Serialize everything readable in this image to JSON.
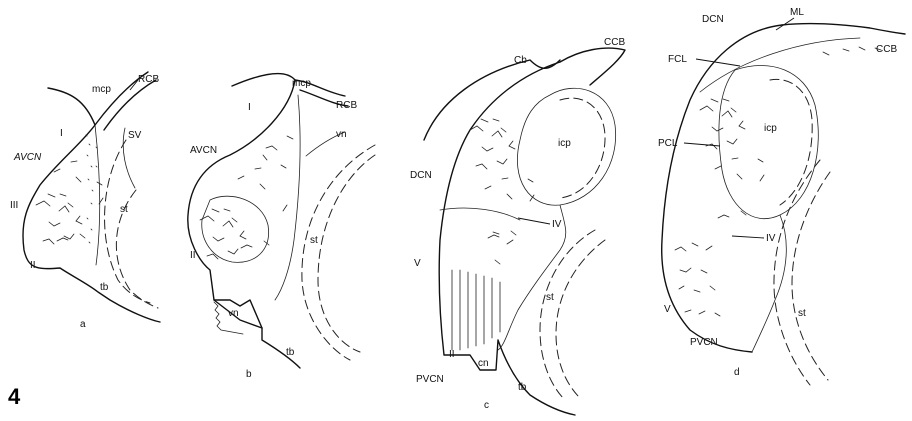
{
  "figure": {
    "number": "4",
    "panels": [
      {
        "id": "a",
        "caption": "a",
        "labels": [
          "mcp",
          "RCB",
          "I",
          "AVCN",
          "SV",
          "III",
          "st",
          "II",
          "tb"
        ]
      },
      {
        "id": "b",
        "caption": "b",
        "labels": [
          "mcp",
          "I",
          "RCB",
          "AVCN",
          "vn",
          "st",
          "II",
          "vn",
          "tb"
        ]
      },
      {
        "id": "c",
        "caption": "c",
        "labels": [
          "Cb",
          "CCB",
          "icp",
          "DCN",
          "IV",
          "V",
          "st",
          "II",
          "cn",
          "PVCN",
          "tb"
        ]
      },
      {
        "id": "d",
        "caption": "d",
        "labels": [
          "DCN",
          "ML",
          "CCB",
          "FCL",
          "icp",
          "PCL",
          "IV",
          "V",
          "st",
          "PVCN"
        ]
      }
    ]
  }
}
